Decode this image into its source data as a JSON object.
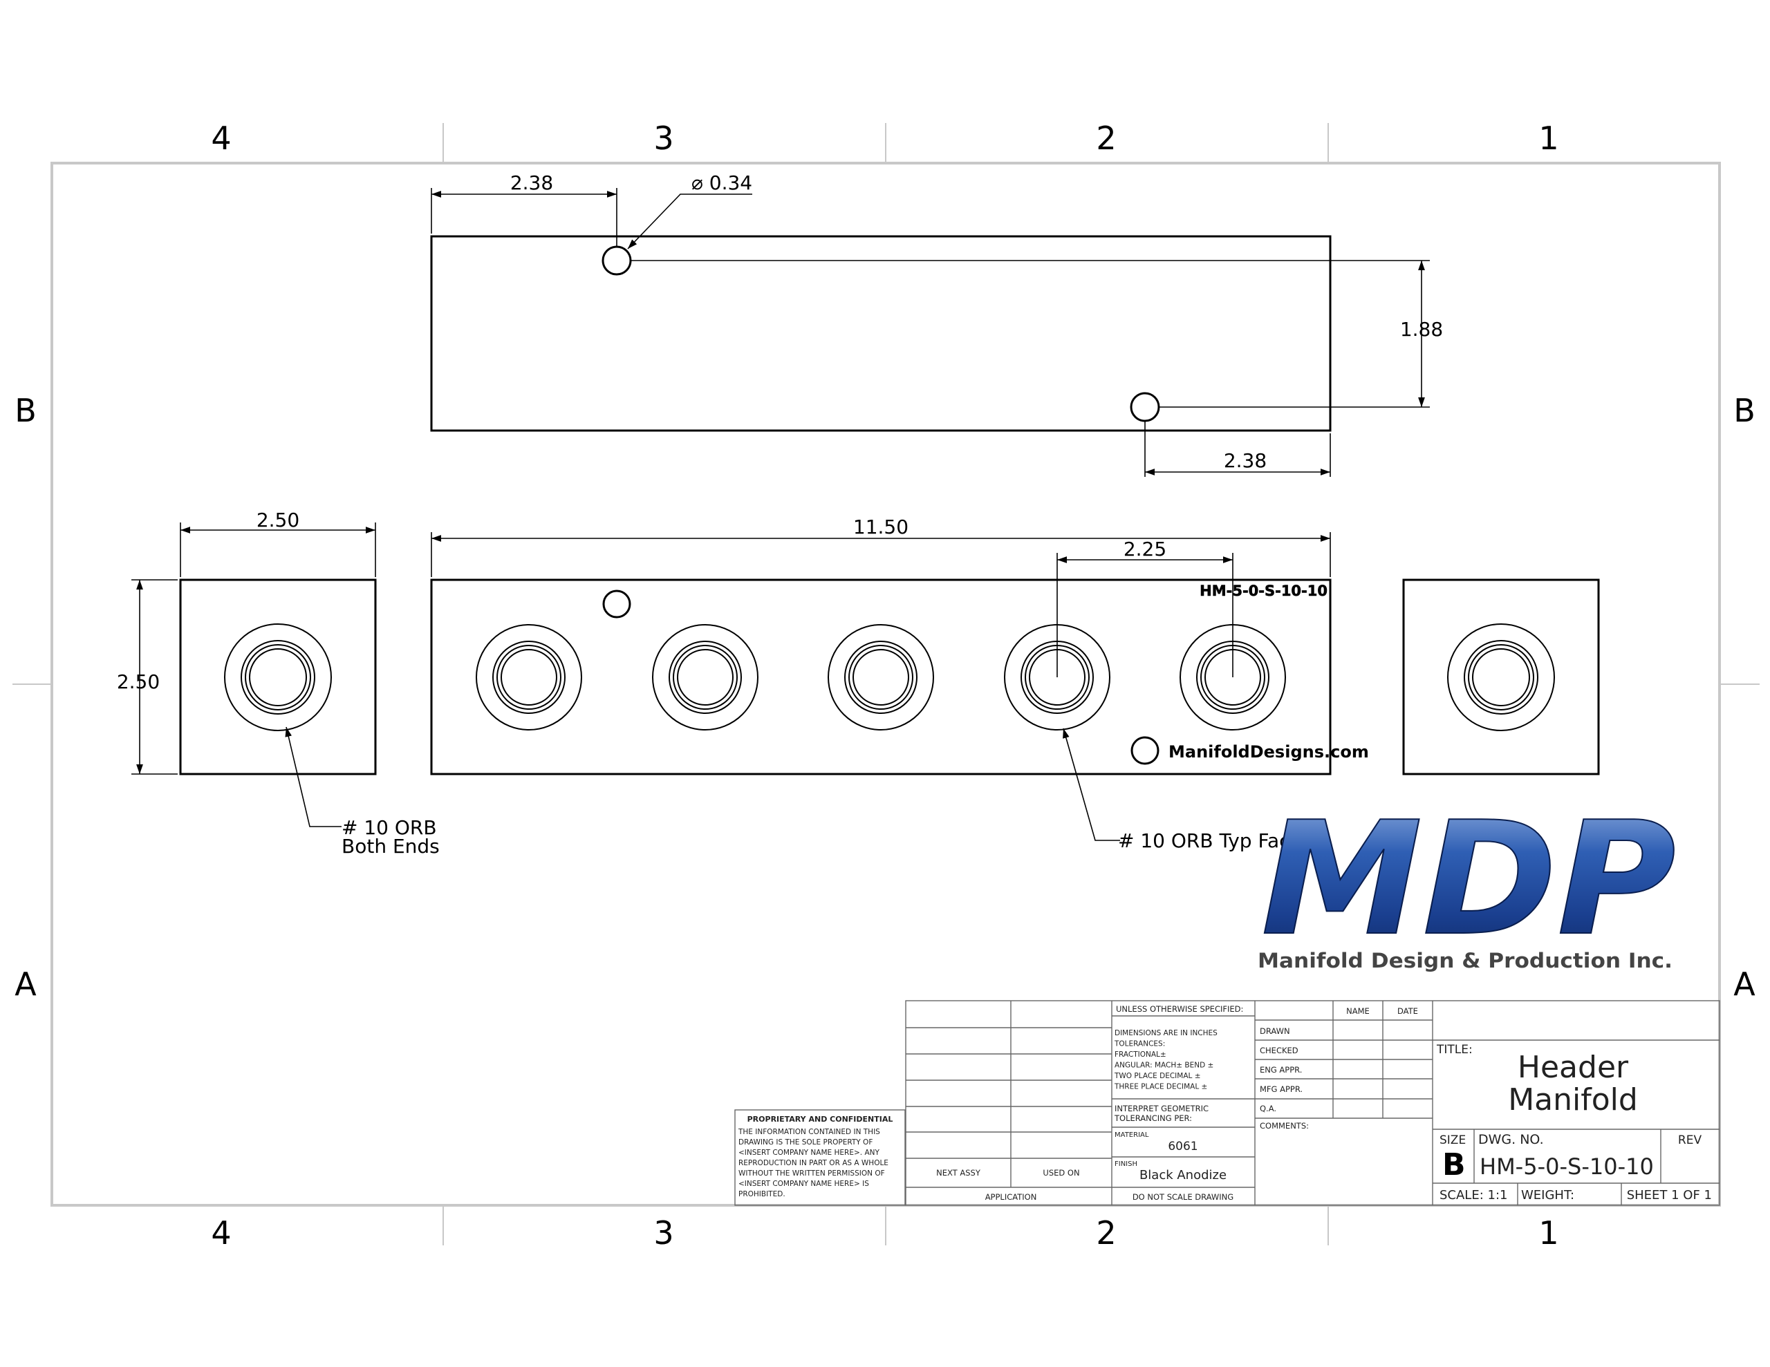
{
  "zones": {
    "columns": [
      "4",
      "3",
      "2",
      "1"
    ],
    "rows": [
      "B",
      "A"
    ]
  },
  "top_view": {
    "dim_left": "2.38",
    "hole_diameter": "⌀ 0.34",
    "dim_vertical": "1.88",
    "dim_right": "2.38"
  },
  "end_view": {
    "dim_width": "2.50",
    "dim_height": "2.50",
    "note_line1": "# 10 ORB",
    "note_line2": "Both Ends"
  },
  "front_view": {
    "dim_length": "11.50",
    "dim_spacing": "2.25",
    "part_mark": "HM-5-0-S-10-10",
    "brand_mark": "ManifoldDesigns.com",
    "note": "# 10 ORB Typ Face"
  },
  "logo": {
    "letters": "MDP",
    "company": "Manifold Design & Production Inc."
  },
  "title_block": {
    "proprietary_title": "PROPRIETARY AND CONFIDENTIAL",
    "proprietary_body": [
      "THE INFORMATION CONTAINED IN THIS",
      "DRAWING IS THE SOLE PROPERTY OF",
      "<INSERT COMPANY NAME HERE>.  ANY",
      "REPRODUCTION IN PART OR AS A WHOLE",
      "WITHOUT THE WRITTEN PERMISSION OF",
      "<INSERT COMPANY NAME HERE> IS",
      "PROHIBITED."
    ],
    "next_assy": "NEXT ASSY",
    "used_on": "USED ON",
    "application": "APPLICATION",
    "unless": "UNLESS OTHERWISE SPECIFIED:",
    "tolerance_lines": [
      "DIMENSIONS ARE IN INCHES",
      "TOLERANCES:",
      "FRACTIONAL±",
      "ANGULAR: MACH±    BEND ±",
      "TWO PLACE DECIMAL    ±",
      "THREE PLACE DECIMAL  ±"
    ],
    "interpret_lines": [
      "INTERPRET GEOMETRIC",
      "TOLERANCING PER:"
    ],
    "material_label": "MATERIAL",
    "material_value": "6061",
    "finish_label": "FINISH",
    "finish_value": "Black Anodize",
    "do_not_scale": "DO NOT SCALE DRAWING",
    "name_header": "NAME",
    "date_header": "DATE",
    "approvals": [
      "DRAWN",
      "CHECKED",
      "ENG APPR.",
      "MFG APPR.",
      "Q.A."
    ],
    "comments": "COMMENTS:",
    "title_label": "TITLE:",
    "title_line1": "Header",
    "title_line2": "Manifold",
    "size_label": "SIZE",
    "size_value": "B",
    "dwg_no_label": "DWG.  NO.",
    "dwg_no_value": "HM-5-0-S-10-10",
    "rev_label": "REV",
    "scale": "SCALE: 1:1",
    "weight": "WEIGHT:",
    "sheet": "SHEET 1 OF 1"
  }
}
